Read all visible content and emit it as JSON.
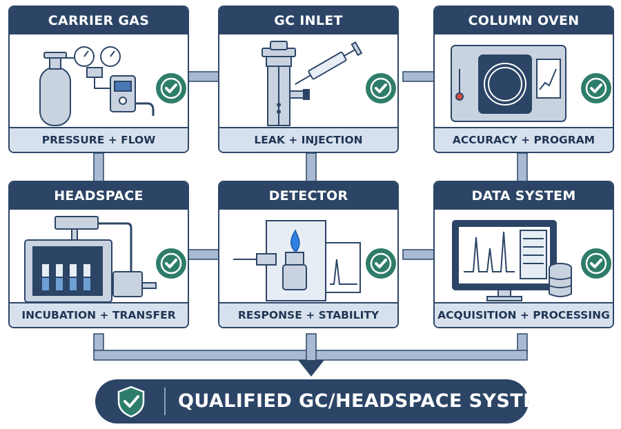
{
  "cards": [
    {
      "title": "CARRIER GAS",
      "footer": "PRESSURE + FLOW",
      "status": "checkmark-icon"
    },
    {
      "title": "GC INLET",
      "footer": "LEAK + INJECTION",
      "status": "checkmark-icon"
    },
    {
      "title": "COLUMN OVEN",
      "footer": "ACCURACY + PROGRAM",
      "status": "checkmark-icon"
    },
    {
      "title": "HEADSPACE",
      "footer": "INCUBATION + TRANSFER",
      "status": "checkmark-icon"
    },
    {
      "title": "DETECTOR",
      "footer": "RESPONSE + STABILITY",
      "status": "checkmark-icon"
    },
    {
      "title": "DATA SYSTEM",
      "footer": "ACQUISITION + PROCESSING",
      "status": "checkmark-icon"
    }
  ],
  "result": {
    "label": "QUALIFIED GC/HEADSPACE SYSTEM",
    "icon": "shield-check-icon"
  },
  "colors": {
    "navy": "#2c4566",
    "connector": "#a9bad2",
    "footer_bg": "#d7e1ee",
    "check_green": "#2e7d6a",
    "flame_blue": "#2f7fe0"
  }
}
